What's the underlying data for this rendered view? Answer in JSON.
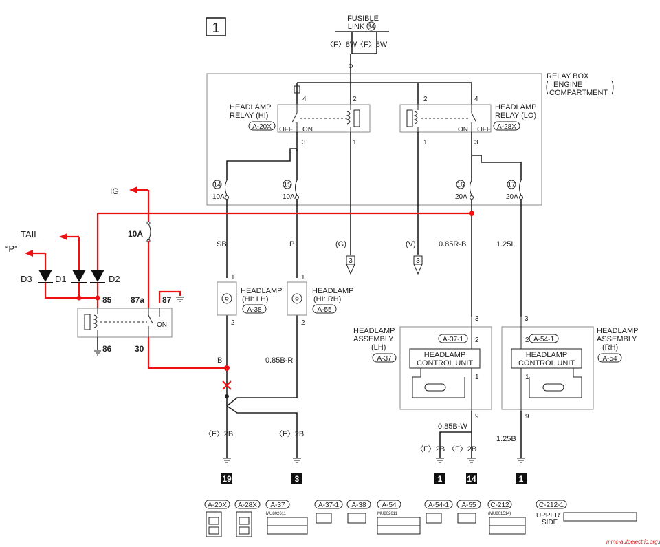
{
  "page_number": "1",
  "fusible_link": {
    "label_1": "FUSIBLE",
    "label_2": "LINK",
    "number": "34",
    "wire_left": "〈F〉8W",
    "wire_right": "〈F〉8W"
  },
  "relay_box": {
    "line1": "RELAY BOX",
    "line2": "ENGINE",
    "line3": "COMPARTMENT"
  },
  "relay_hi": {
    "line1": "HEADLAMP",
    "line2": "RELAY (HI)",
    "connector": "A-20X",
    "off": "OFF",
    "on": "ON",
    "pin4": "4",
    "pin2": "2",
    "pin3": "3",
    "pin1": "1"
  },
  "relay_lo": {
    "line1": "HEADLAMP",
    "line2": "RELAY (LO)",
    "connector": "A-28X",
    "off": "OFF",
    "on": "ON",
    "pin4": "4",
    "pin2": "2",
    "pin3": "3",
    "pin1": "1"
  },
  "fuses": [
    {
      "number": "14",
      "rating": "10A"
    },
    {
      "number": "15",
      "rating": "10A"
    },
    {
      "number": "16",
      "rating": "20A"
    },
    {
      "number": "17",
      "rating": "20A"
    }
  ],
  "wires": {
    "sb": "SB",
    "p": "P",
    "g": "(G)",
    "v": "(V)",
    "r_b": "0.85R-B",
    "l": "1.25L",
    "b": "B",
    "b_r": "0.85B-R",
    "b_w": "0.85B-W",
    "b125": "1.25B",
    "f2b_1": "〈F〉2B",
    "f2b_2": "〈F〉2B",
    "f2b_3": "〈F〉2B",
    "f2b_4": "〈F〉2B"
  },
  "ref_arrows": {
    "g": "3",
    "v": "3"
  },
  "lamp_lh": {
    "line1": "HEADLAMP",
    "line2": "(HI: LH)",
    "connector": "A-38",
    "pin1": "1",
    "pin2": "2"
  },
  "lamp_rh": {
    "line1": "HEADLAMP",
    "line2": "(HI: RH)",
    "connector": "A-55",
    "pin1": "1",
    "pin2": "2"
  },
  "assembly_lh": {
    "line1": "HEADLAMP",
    "line2": "ASSEMBLY",
    "line3": "(LH)",
    "connector": "A-37",
    "sub_connector": "A-37-1",
    "unit_1": "HEADLAMP",
    "unit_2": "CONTROL UNIT",
    "pin3": "3",
    "pin2": "2",
    "pin1": "1",
    "pin9": "9"
  },
  "assembly_rh": {
    "line1": "HEADLAMP",
    "line2": "ASSEMBLY",
    "line3": "(RH)",
    "connector": "A-54",
    "sub_connector": "A-54-1",
    "unit_1": "HEADLAMP",
    "unit_2": "CONTROL UNIT",
    "pin3": "3",
    "pin2": "2",
    "pin1": "1",
    "pin9": "9"
  },
  "added_relay": {
    "ig": "IG",
    "tail": "TAIL",
    "p_label": "“P”",
    "fuse": "10A",
    "d1": "D1",
    "d2": "D2",
    "d3": "D3",
    "pin85": "85",
    "pin87a": "87a",
    "pin87": "87",
    "pin86": "86",
    "pin30": "30",
    "on": "ON"
  },
  "grounds": [
    "19",
    "3",
    "1",
    "14",
    "1"
  ],
  "connectors_legend": [
    "A-20X",
    "A-28X",
    "A-37",
    "A-37-1",
    "A-38",
    "A-54",
    "A-54-1",
    "A-55",
    "C-212",
    "C-212-1"
  ],
  "legend_parts": {
    "mu1": "MU802611",
    "mu2": "MU802611",
    "mu3": "(MU801514)",
    "upper_1": "UPPER",
    "upper_2": "SIDE"
  },
  "watermark": "mmc-autoelectric.org.ua",
  "colors": {
    "wire": "#222222",
    "added_wire": "#ee1111",
    "box": "#888888"
  }
}
